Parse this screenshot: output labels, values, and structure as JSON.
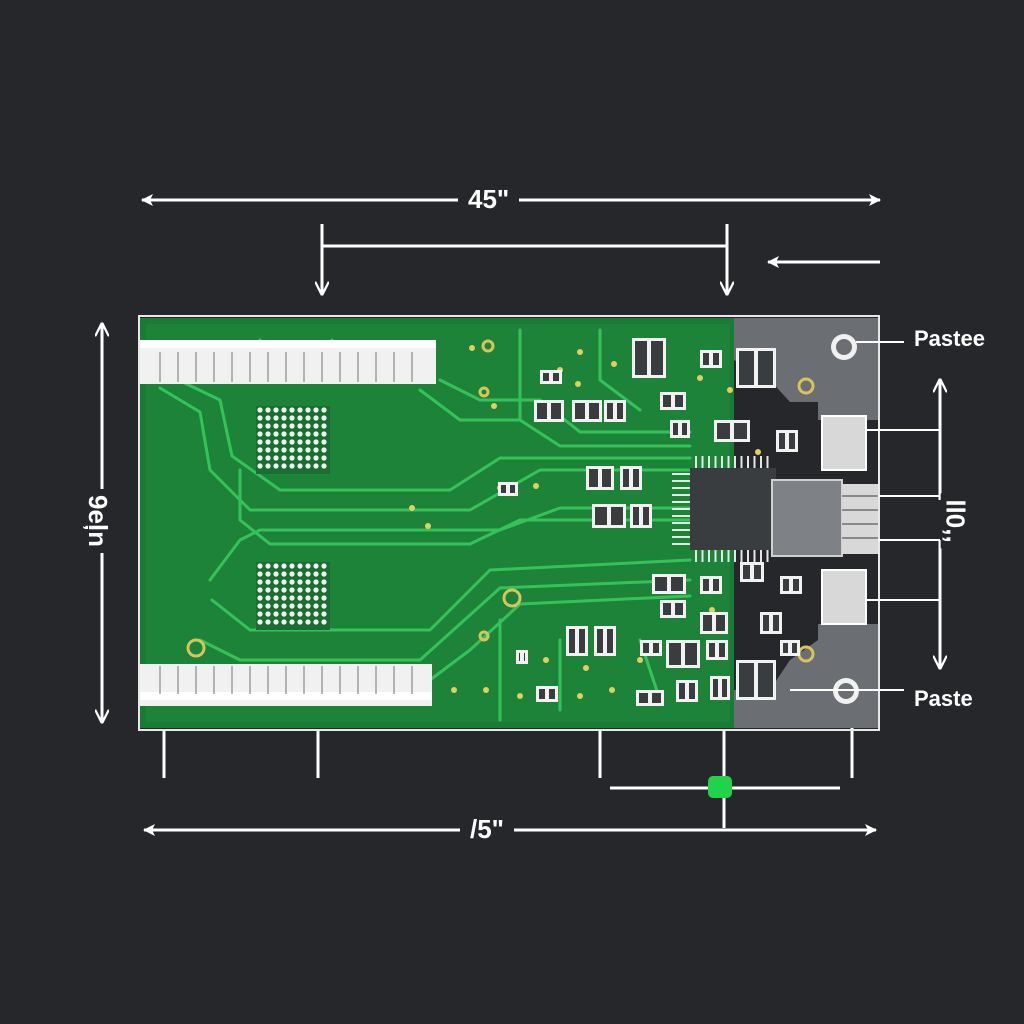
{
  "dimensions": {
    "top": "45\"",
    "bottom": "/5\"",
    "left": "9eļn",
    "right": "ll0,,"
  },
  "callouts": {
    "upper": "Pastee",
    "lower": "Paste"
  },
  "colors": {
    "background": "#25272a",
    "board": "#1a7a36",
    "board_light": "#22a447",
    "trace": "#36c25a",
    "silkscreen": "#f1f1f1",
    "copper_pad": "#d9c35b",
    "chip": "#3a3d40",
    "shield": "#6b6e72",
    "dimension_line": "#ffffff",
    "marker": "#22d24a"
  },
  "icons": [
    "arrow-icon",
    "mounting-hole-icon",
    "chip-icon",
    "connector-icon"
  ]
}
